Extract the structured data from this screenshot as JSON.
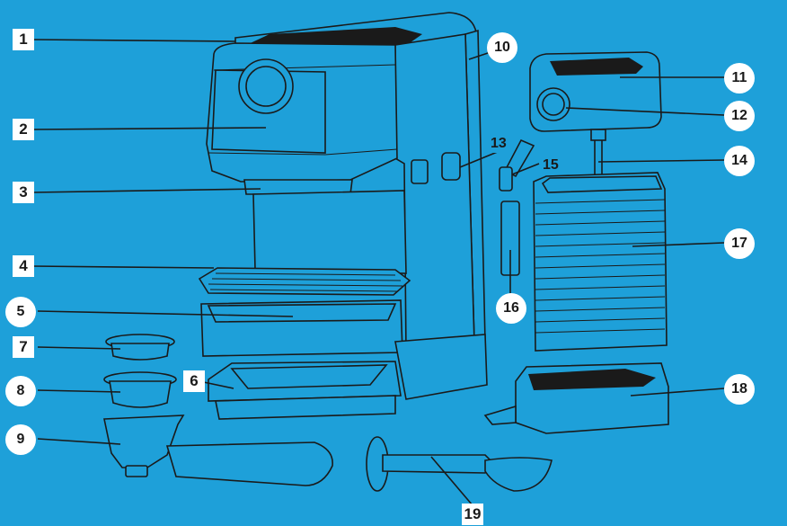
{
  "callouts": [
    {
      "id": "c1",
      "number": "1"
    },
    {
      "id": "c2",
      "number": "2"
    },
    {
      "id": "c3",
      "number": "3"
    },
    {
      "id": "c4",
      "number": "4"
    },
    {
      "id": "c5",
      "number": "5"
    },
    {
      "id": "c6",
      "number": "6"
    },
    {
      "id": "c7",
      "number": "7"
    },
    {
      "id": "c8",
      "number": "8"
    },
    {
      "id": "c9",
      "number": "9"
    },
    {
      "id": "c10",
      "number": "10"
    },
    {
      "id": "c11",
      "number": "11"
    },
    {
      "id": "c12",
      "number": "12"
    },
    {
      "id": "c13",
      "number": "13"
    },
    {
      "id": "c14",
      "number": "14"
    },
    {
      "id": "c15",
      "number": "15"
    },
    {
      "id": "c16",
      "number": "16"
    },
    {
      "id": "c17",
      "number": "17"
    },
    {
      "id": "c18",
      "number": "18"
    },
    {
      "id": "c19",
      "number": "19"
    }
  ],
  "colors": {
    "background": "#1ea0d9",
    "line": "#1a1a1a",
    "label": "#ffffff"
  }
}
